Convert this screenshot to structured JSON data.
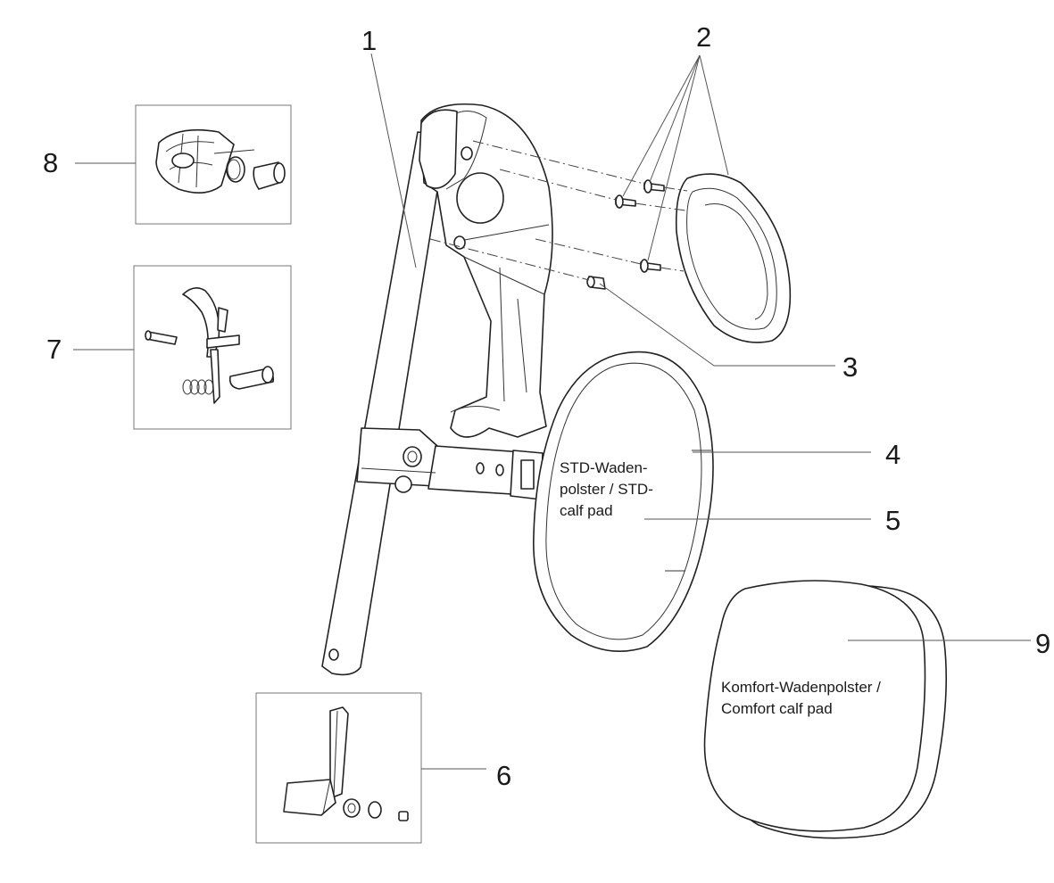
{
  "callouts": {
    "c1": "1",
    "c2": "2",
    "c3": "3",
    "c4": "4",
    "c5": "5",
    "c6": "6",
    "c7": "7",
    "c8": "8",
    "c9": "9"
  },
  "labels": {
    "std_pad_line1": "STD-Waden-",
    "std_pad_line2": "polster / STD-",
    "std_pad_line3": "calf pad",
    "comfort_pad_line1": "Komfort-Wadenpolster /",
    "comfort_pad_line2": "Comfort calf pad"
  }
}
